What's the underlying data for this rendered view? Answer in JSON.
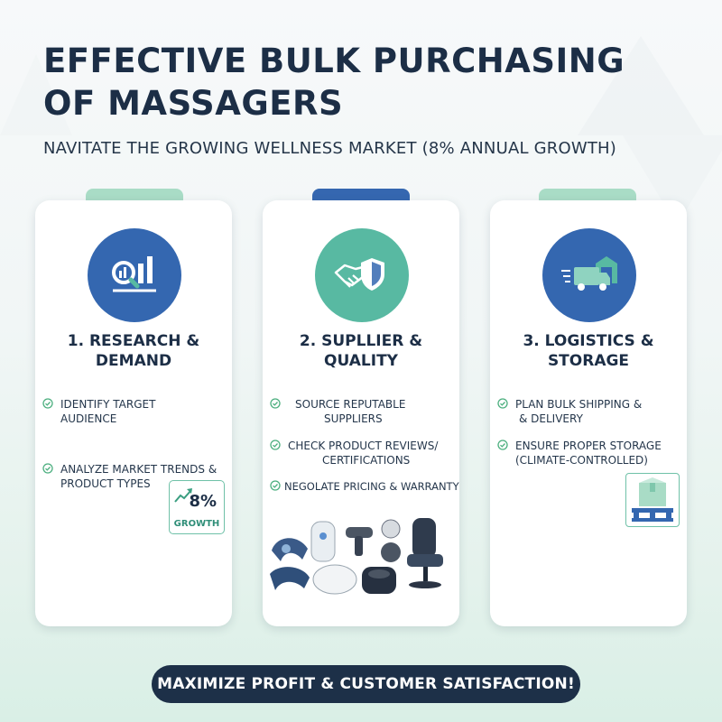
{
  "header": {
    "title_line1": "EFFECTIVE BULK PURCHASING",
    "title_line2": "OF MASSAGERS",
    "subtitle": "NAVITATE THE GROWING WELLNESS MARKET (8% ANNUAL GROWTH)"
  },
  "cards": [
    {
      "title_line1": "1. RESEARCH &",
      "title_line2": "DEMAND",
      "icon": "chart-magnifier-icon",
      "bullets": [
        {
          "line1": "IDENTIFY TARGET",
          "line2": "AUDIENCE"
        },
        {
          "line1": "ANALYZE MARKET TRENDS &",
          "line2": "PRODUCT TYPES"
        }
      ],
      "badge": {
        "value": "8%",
        "label": "GROWTH"
      }
    },
    {
      "title_line1": "2. SUPLLIER &",
      "title_line2": "QUALITY",
      "icon": "handshake-shield-icon",
      "bullets": [
        {
          "line1": "SOURCE REPUTABLE",
          "line2": "SUPPLIERS"
        },
        {
          "line1": "CHECK PRODUCT REVIEWS/",
          "line2": "CERTIFICATIONS"
        },
        {
          "line1": "NEGOLATE PRICING & WARRANTY",
          "line2": ""
        }
      ]
    },
    {
      "title_line1": "3. LOGISTICS &",
      "title_line2": "STORAGE",
      "icon": "delivery-truck-warehouse-icon",
      "bullets": [
        {
          "line1": "PLAN BULK SHIPPING &",
          "line2": "& DELIVERY"
        },
        {
          "line1": "ENSURE PROPER STORAGE",
          "line2": "(CLIMATE-CONTROLLED)"
        }
      ]
    }
  ],
  "banner": {
    "text": "MAXIMIZE PROFIT & CUSTOMER SATISFACTION!"
  },
  "colors": {
    "navy": "#1c2e46",
    "blue": "#3467b0",
    "teal": "#58b9a2",
    "mint_tab": "#a9dcc6",
    "check_green": "#4caf7f"
  }
}
